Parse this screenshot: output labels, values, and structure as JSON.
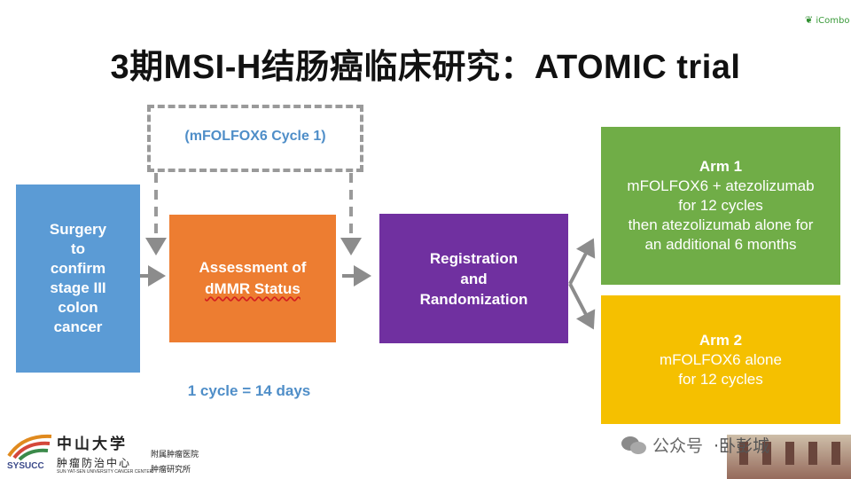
{
  "title": "3期MSI-H结肠癌临床研究：ATOMIC trial",
  "top_logo": "iCombo",
  "dashed_label": "(mFOLFOX6 Cycle 1)",
  "cycle_note": "1 cycle = 14 days",
  "surgery": {
    "lines": [
      "Surgery",
      "to",
      "confirm",
      "stage III",
      "colon",
      "cancer"
    ]
  },
  "assessment": {
    "line1": "Assessment of",
    "line2": "dMMR Status"
  },
  "registration": {
    "lines": [
      "Registration",
      "and",
      "Randomization"
    ]
  },
  "arm1": {
    "title": "Arm 1",
    "line1": "mFOLFOX6 + atezolizumab",
    "line2": "for 12 cycles",
    "line3": "then atezolizumab alone for",
    "line4": "an additional 6 months"
  },
  "arm2": {
    "title": "Arm 2",
    "line1": "mFOLFOX6 alone",
    "line2": "for 12 cycles"
  },
  "colors": {
    "surgery": "#5b9bd5",
    "assessment": "#ed7d31",
    "registration": "#7030a0",
    "arm1": "#70ad47",
    "arm2": "#f5c000",
    "arrow": "#8c8c8c",
    "label_blue": "#4f8ec8"
  },
  "footer": {
    "sysucc": "SYSUCC",
    "university": "中山大学",
    "center": "肿瘤防治中心",
    "english": "SUN YAT-SEN UNIVERSITY CANCER CENTER",
    "hospital": "附属肿瘤医院",
    "institute": "肿瘤研究所",
    "wechat_label": "公众号",
    "wechat_name": "·卧彭城"
  }
}
